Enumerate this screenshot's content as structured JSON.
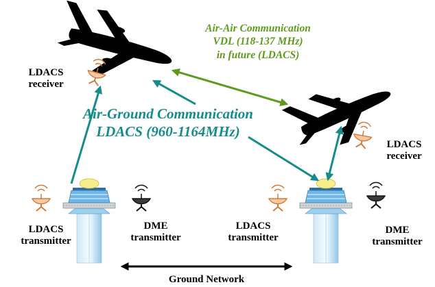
{
  "air_air": {
    "line1": "Air-Air Communication",
    "line2": "VDL (118-137 MHz)",
    "line3": "in future (LDACS)",
    "color": "#5e9a1e"
  },
  "air_ground": {
    "line1": "Air-Ground Communication",
    "line2": "LDACS (960-1164MHz)",
    "color": "#148c8c"
  },
  "receiver_left": {
    "line1": "LDACS",
    "line2": "receiver"
  },
  "receiver_right": {
    "line1": "LDACS",
    "line2": "receiver"
  },
  "tower_left": {
    "ldacs": {
      "line1": "LDACS",
      "line2": "transmitter"
    },
    "dme": {
      "line1": "DME",
      "line2": "transmitter"
    }
  },
  "tower_right": {
    "ldacs": {
      "line1": "LDACS",
      "line2": "transmitter"
    },
    "dme": {
      "line1": "DME",
      "line2": "transmitter"
    }
  },
  "ground_network": {
    "label": "Ground Network"
  },
  "colors": {
    "dish_fill": "#f6c9a3",
    "dish_stroke": "#d27a3a",
    "tower": "#7fc3ec",
    "beacon": "#f5ee8a",
    "aircraft": "#000000"
  }
}
